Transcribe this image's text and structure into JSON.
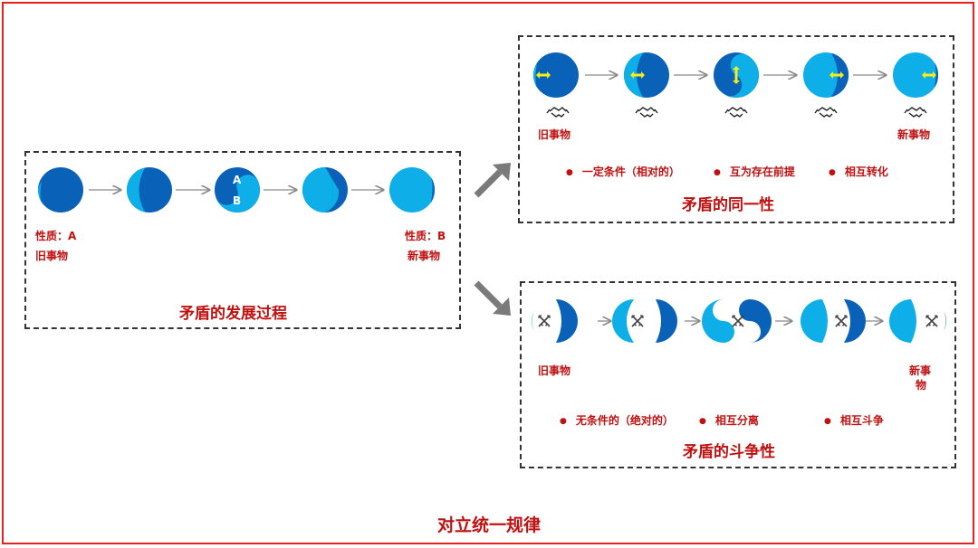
{
  "footer_title": "对立统一规律",
  "process": {
    "title": "矛盾的发展过程",
    "left_label_1": "性质：A",
    "left_label_2": "旧事物",
    "right_label_1": "性质：B",
    "right_label_2": "新事物",
    "circle_letter_a": "A",
    "circle_letter_b": "B"
  },
  "identity": {
    "title": "矛盾的同一性",
    "left_label": "旧事物",
    "right_label": "新事物",
    "bullets": [
      "一定条件（相对的）",
      "互为存在前提",
      "相互转化"
    ]
  },
  "struggle": {
    "title": "矛盾的斗争性",
    "left_label": "旧事物",
    "right_label_1": "新事",
    "right_label_2": "物",
    "bullets": [
      "无条件的（绝对的）",
      "相互分离",
      "相互斗争"
    ]
  },
  "colors": {
    "dark_blue": "#0a62b8",
    "light_blue": "#0eaee9",
    "red": "#c01010",
    "arrow_gray": "#8a8a8a",
    "accent_yellow": "#f6ec1c"
  }
}
